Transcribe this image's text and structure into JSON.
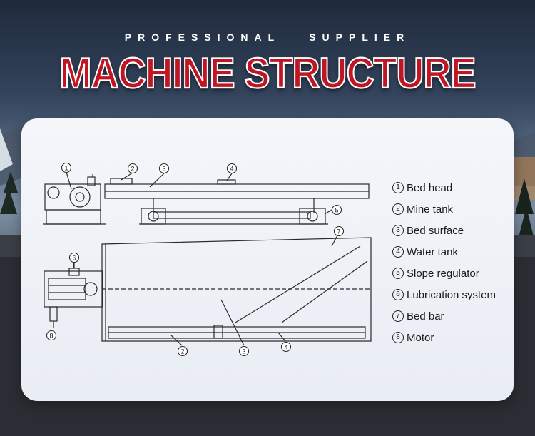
{
  "header": {
    "supplier_left": "PROFESSIONAL",
    "supplier_right": "SUPPLIER",
    "title": "MACHINE STRUCTURE"
  },
  "colors": {
    "title_red": "#c01523",
    "card_bg": "#eef1f6",
    "line": "#2a2a2a"
  },
  "diagram_markers": [
    "1",
    "2",
    "3",
    "4",
    "5",
    "6",
    "7",
    "8",
    "2",
    "3",
    "4"
  ],
  "legend": [
    {
      "num": "1",
      "label": "Bed head"
    },
    {
      "num": "2",
      "label": "Mine tank"
    },
    {
      "num": "3",
      "label": "Bed surface"
    },
    {
      "num": "4",
      "label": "Water tank"
    },
    {
      "num": "5",
      "label": "Slope regulator"
    },
    {
      "num": "6",
      "label": "Lubrication system"
    },
    {
      "num": "7",
      "label": "Bed bar"
    },
    {
      "num": "8",
      "label": "Motor"
    }
  ]
}
